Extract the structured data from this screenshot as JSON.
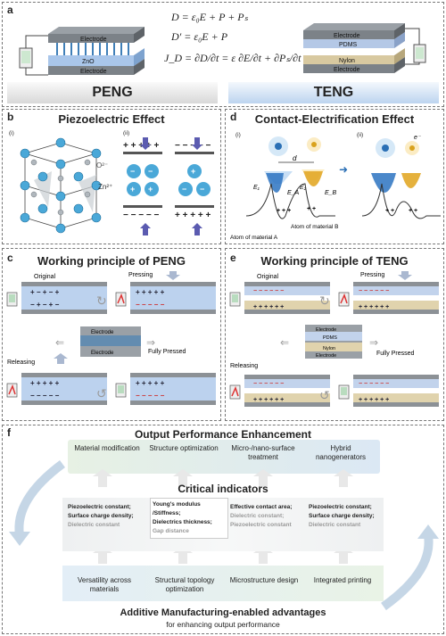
{
  "panel_a": {
    "label": "a",
    "eq1": "D = ε₀E + P + Pₛ",
    "eq2": "D′ = ε₀E + P",
    "eq3": "J_D = ∂D/∂t = ε ∂E/∂t + ∂Pₛ/∂t",
    "peng_title": "PENG",
    "teng_title": "TENG",
    "peng_layers": {
      "top": "Electrode",
      "mid": "ZnO",
      "bot": "Electrode"
    },
    "teng_layers": {
      "top": "Electrode",
      "mid": "PDMS",
      "low": "Nylon",
      "bot": "Electrode"
    }
  },
  "panel_b": {
    "label": "b",
    "title": "Piezoelectric Effect",
    "sub_i": "(i)",
    "sub_ii": "(ii)",
    "o_ion": "O²⁻",
    "zn_ion": "Zn²⁺",
    "colors": {
      "zn": "#4aa8d8",
      "o": "#b0b7bd"
    }
  },
  "panel_d": {
    "label": "d",
    "title": "Contact-Electrification Effect",
    "sub_i": "(i)",
    "sub_ii": "(ii)",
    "d_label": "d",
    "e_label": "e⁻",
    "atom_a": "Atom of material A",
    "atom_b": "Atom of material B",
    "energy_labels": [
      "E₁",
      "E_A",
      "E₂",
      "E_B"
    ]
  },
  "panel_c": {
    "label": "c",
    "title": "Working principle of PENG",
    "original": "Original",
    "pressing": "Pressing",
    "releasing": "Releasing",
    "fully_pressed": "Fully Pressed",
    "device_top": "Electrode",
    "device_bot": "Electrode"
  },
  "panel_e": {
    "label": "e",
    "title": "Working principle of TENG",
    "original": "Original",
    "pressing": "Pressing",
    "releasing": "Releasing",
    "fully_pressed": "Fully Pressed",
    "device_top": "Electrode",
    "device_mid": "PDMS",
    "device_low": "Nylon",
    "device_bot": "Electrode"
  },
  "panel_f": {
    "label": "f",
    "title": "Output Performance Enhancement",
    "strategies": [
      "Material modification",
      "Structure optimization",
      "Micro-/nano-surface treatment",
      "Hybrid nanogenerators"
    ],
    "critical_title": "Critical indicators",
    "indicators": [
      {
        "bold": [
          "Piezoelectric constant;",
          "Surface charge density;"
        ],
        "muted": [
          "Dielectric constant"
        ]
      },
      {
        "bold": [
          "Young's modulus /Stiffness;",
          "Dielectrics thickness;"
        ],
        "muted": [
          "Gap distance"
        ]
      },
      {
        "bold": [
          "Effective contact area;"
        ],
        "muted": [
          "Dielectric constant;",
          "Piezoelectric constant"
        ]
      },
      {
        "bold": [
          "Piezoelectric constant;",
          "Surface charge density;"
        ],
        "muted": [
          "Dielectric constant"
        ]
      }
    ],
    "advantages": [
      "Versatility across materials",
      "Structural topology optimization",
      "Microstructure design",
      "Integrated printing"
    ],
    "footer_title": "Additive Manufacturing-enabled advantages",
    "footer_sub": "for enhancing output performance"
  }
}
